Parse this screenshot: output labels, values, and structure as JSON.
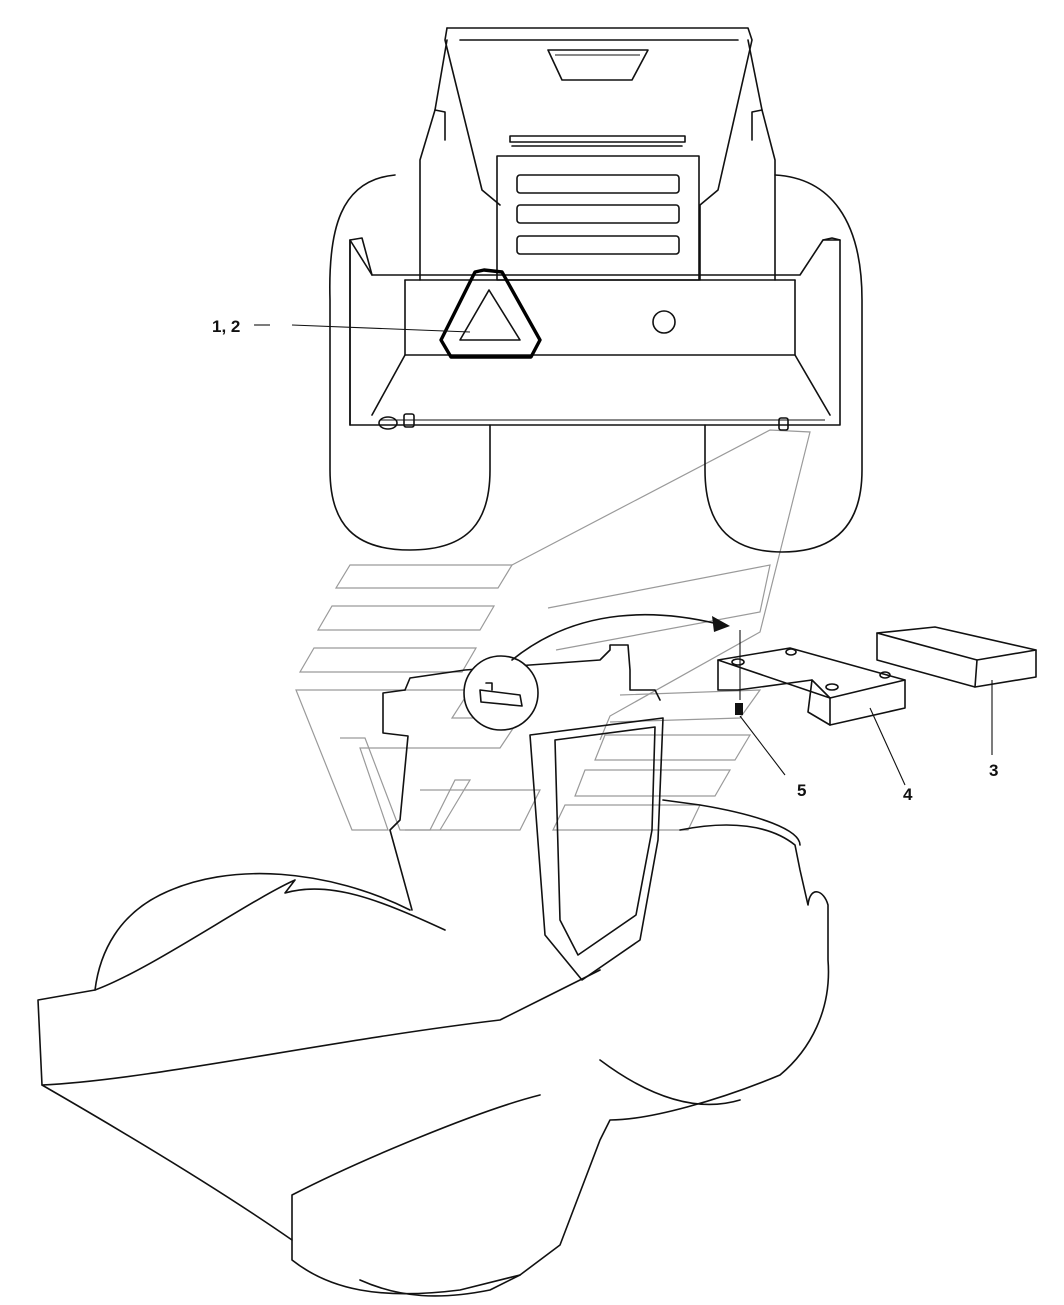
{
  "callouts": {
    "c12": "1, 2",
    "c3": "3",
    "c4": "4",
    "c5": "5"
  },
  "colors": {
    "line": "#111111",
    "watermark": "#9a9a9a",
    "background": "#ffffff"
  }
}
